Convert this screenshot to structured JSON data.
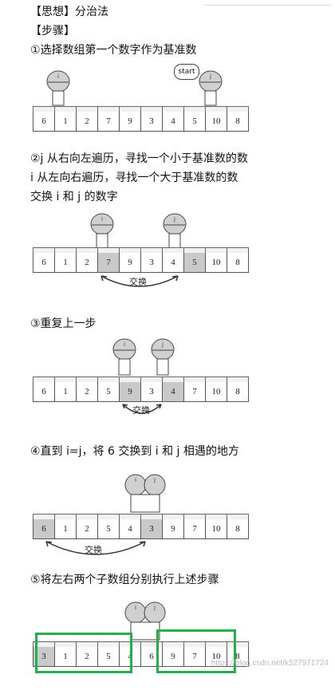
{
  "title": "【思想】分治法",
  "steps_heading": "【步骤】",
  "step1": {
    "text": "①选择数组第一个数字作为基准数",
    "start_label": "start",
    "values": [
      "6",
      "1",
      "2",
      "7",
      "9",
      "3",
      "4",
      "5",
      "10",
      "8"
    ]
  },
  "step2": {
    "line1": "②j 从右向左遍历，寻找一个小于基准数的数",
    "line2": "i 从左向右遍历，寻找一个大于基准数的数",
    "line3": "交换 i 和 j 的数字",
    "values": [
      "6",
      "1",
      "2",
      "7",
      "9",
      "3",
      "4",
      "5",
      "10",
      "8"
    ],
    "swap_label": "交换"
  },
  "step3": {
    "text": "③重复上一步",
    "values": [
      "6",
      "1",
      "2",
      "5",
      "9",
      "3",
      "4",
      "7",
      "10",
      "8"
    ],
    "swap_label": "交换"
  },
  "step4": {
    "text": "④直到 i=j，将 6 交换到 i 和 j 相遇的地方",
    "values": [
      "6",
      "1",
      "2",
      "5",
      "4",
      "3",
      "9",
      "7",
      "10",
      "8"
    ],
    "swap_label": "交换"
  },
  "step5": {
    "text": "⑤将左右两个子数组分别执行上述步骤",
    "values": [
      "3",
      "1",
      "2",
      "5",
      "4",
      "6",
      "9",
      "7",
      "10",
      "8"
    ]
  },
  "watermark": "https://blog.csdn.net/k527971724",
  "colors": {
    "highlight": "#c9c9c9",
    "bracket": "#22b04a"
  }
}
